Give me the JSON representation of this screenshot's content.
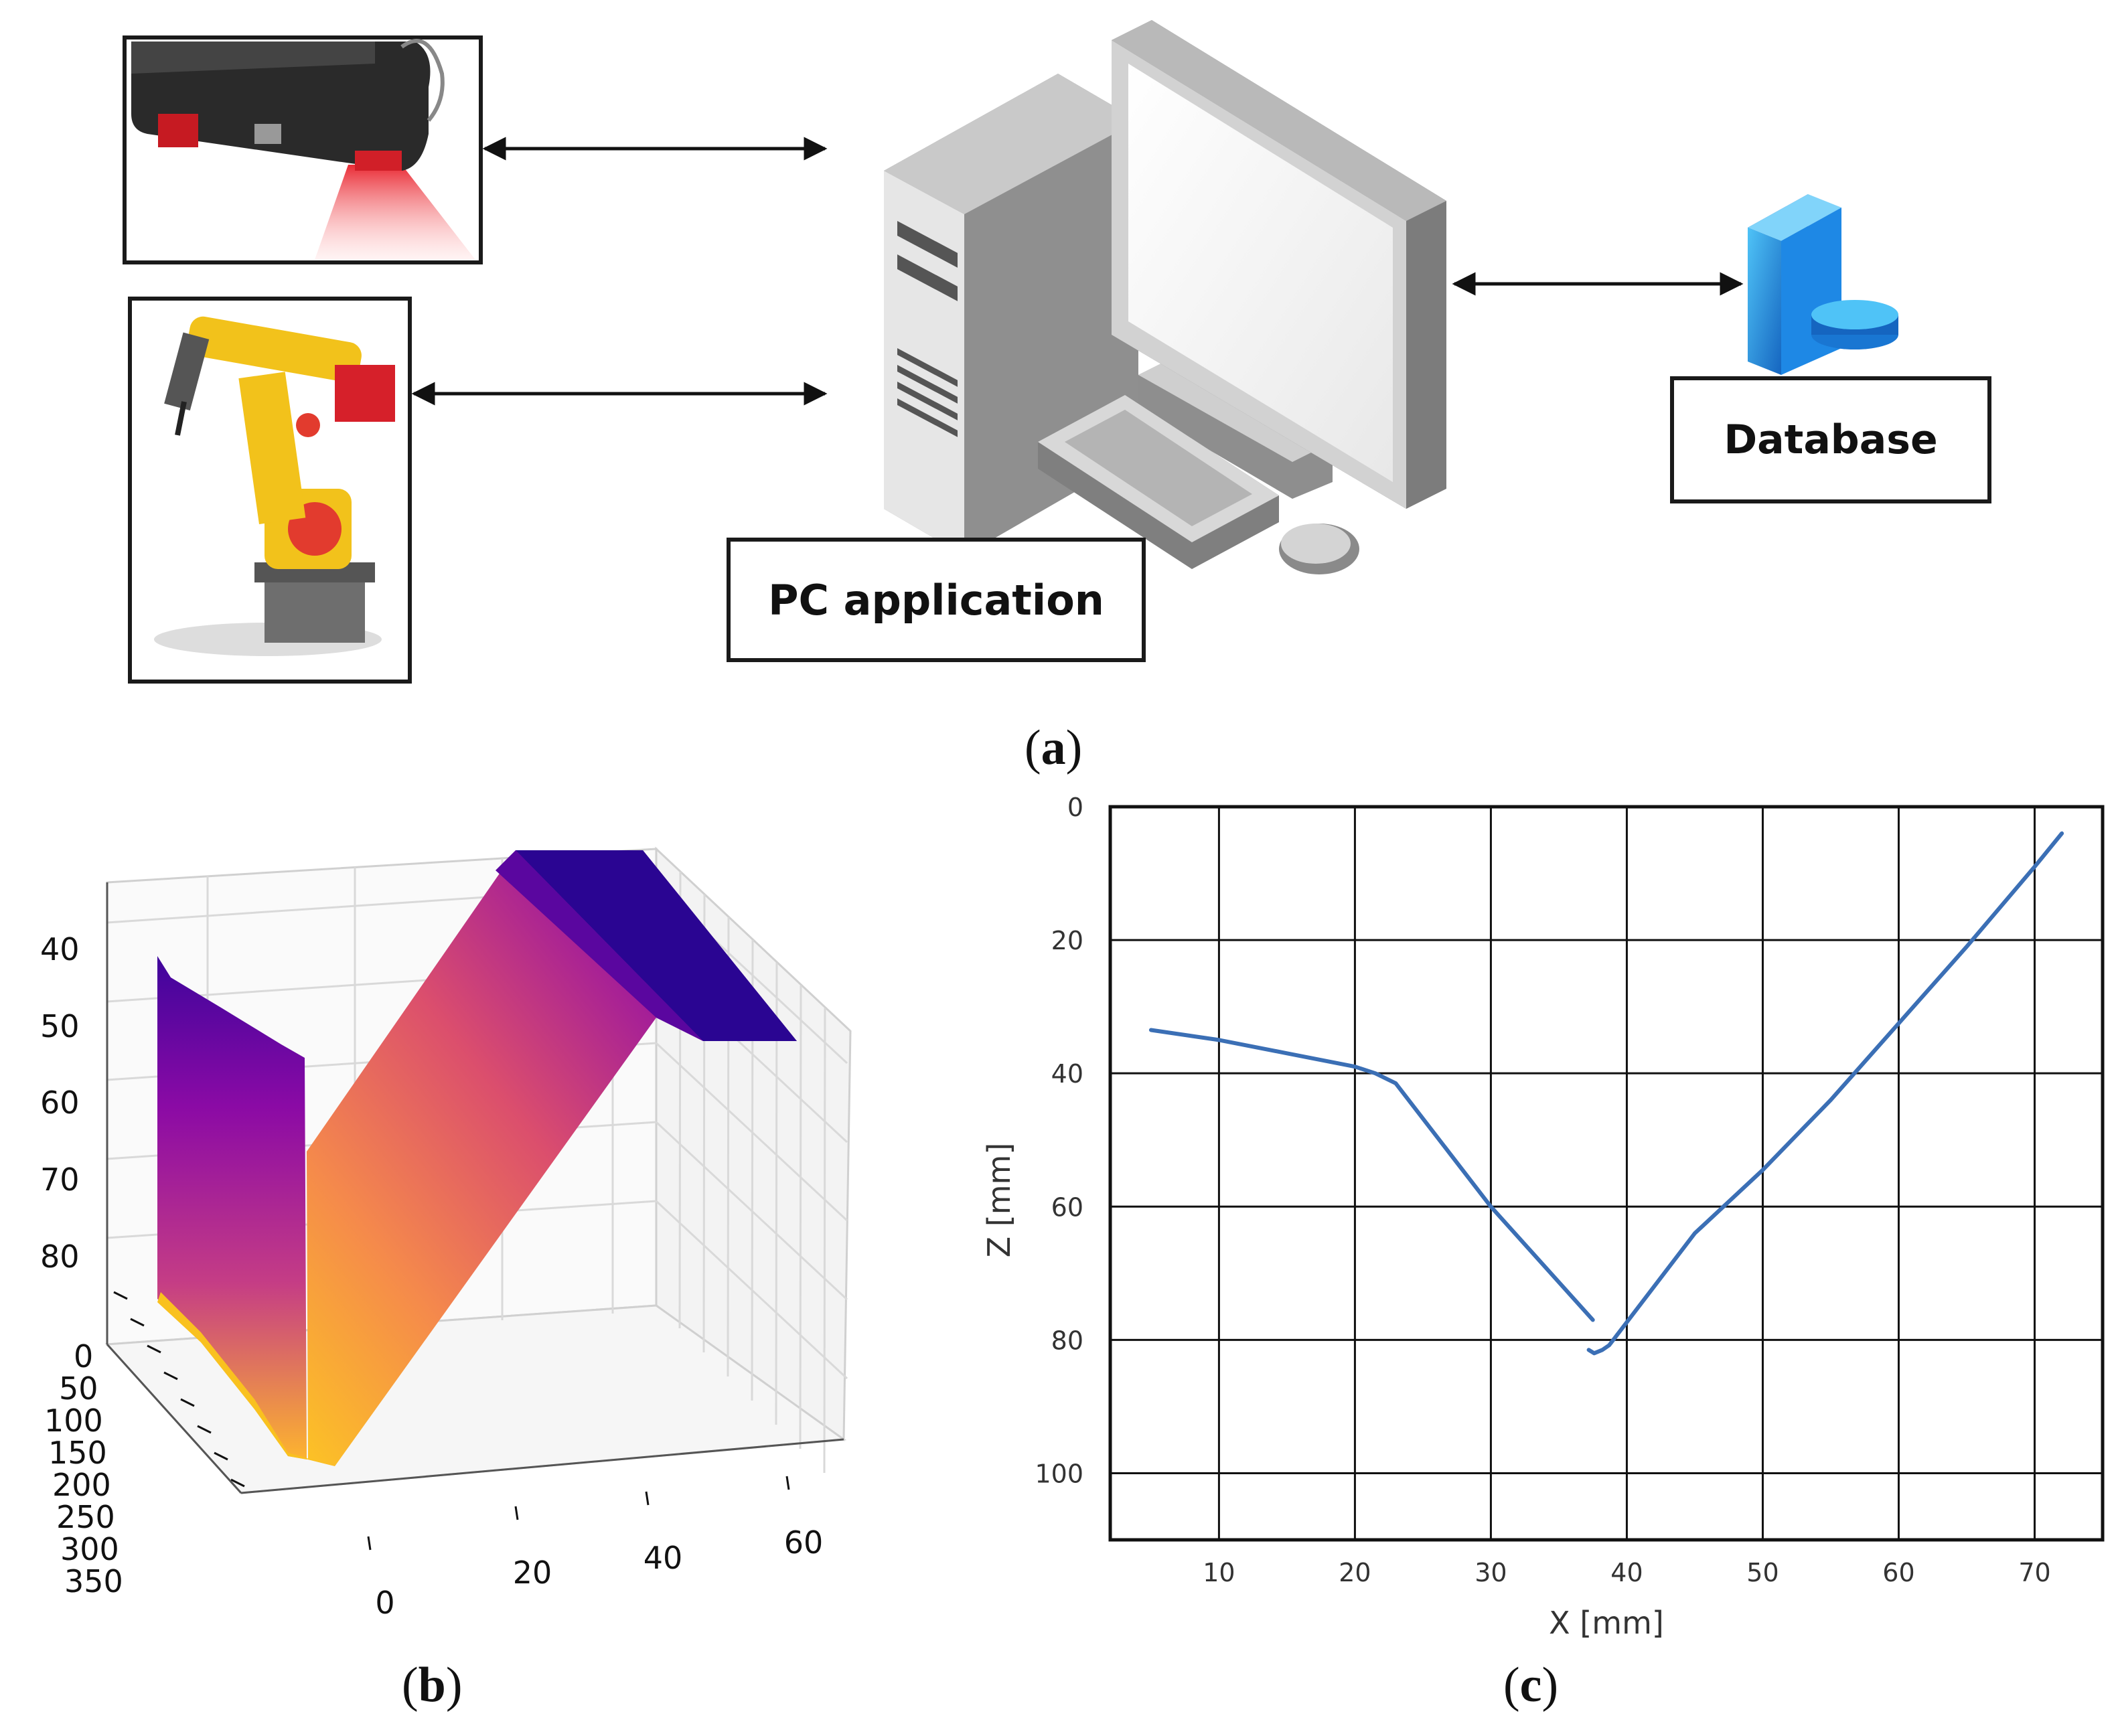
{
  "diagram": {
    "labels": {
      "pc": "PC application",
      "database": "Database"
    },
    "icons": [
      "laser-scanner-icon",
      "welding-robot-icon",
      "computer-icon",
      "database-server-icon"
    ],
    "colors": {
      "line": "#111111",
      "chart_line": "#3b6fb5",
      "laser": "#e8202a",
      "robot": "#f2c21b",
      "db_blue": "#1e88e5"
    }
  },
  "captions": {
    "a": "a",
    "b": "b",
    "c": "c"
  },
  "chart_data": [
    {
      "type": "surface",
      "colormap": "plasma",
      "z_ticks": [
        "40",
        "50",
        "60",
        "70",
        "80"
      ],
      "y_ticks": [
        "0",
        "50",
        "100",
        "150",
        "200",
        "250",
        "300",
        "350"
      ],
      "x_ticks": [
        "0",
        "20",
        "40",
        "60"
      ],
      "profile_x": [
        0,
        0,
        22,
        37,
        38,
        72
      ],
      "profile_z": [
        35,
        41,
        40,
        80,
        82,
        4
      ]
    },
    {
      "type": "line",
      "xlabel": "X [mm]",
      "ylabel": "Z [mm]",
      "xlim": [
        2,
        75
      ],
      "ylim": [
        110,
        0
      ],
      "x_ticks": [
        10,
        20,
        30,
        40,
        50,
        60,
        70
      ],
      "y_ticks": [
        0,
        20,
        40,
        60,
        80,
        100
      ],
      "grid": true,
      "series": [
        {
          "x": [
            5,
            10,
            15,
            20,
            21.5,
            23,
            30,
            37.5
          ],
          "y": [
            33.5,
            35,
            37,
            39,
            40,
            41.5,
            60,
            77
          ]
        },
        {
          "x": [
            37.2,
            37.6,
            38.2,
            38.7,
            39,
            45,
            50,
            55,
            60,
            65,
            70,
            72
          ],
          "y": [
            81.5,
            82,
            81.5,
            80.8,
            80,
            64,
            54.5,
            44,
            32.5,
            21,
            9,
            4
          ]
        }
      ]
    }
  ]
}
